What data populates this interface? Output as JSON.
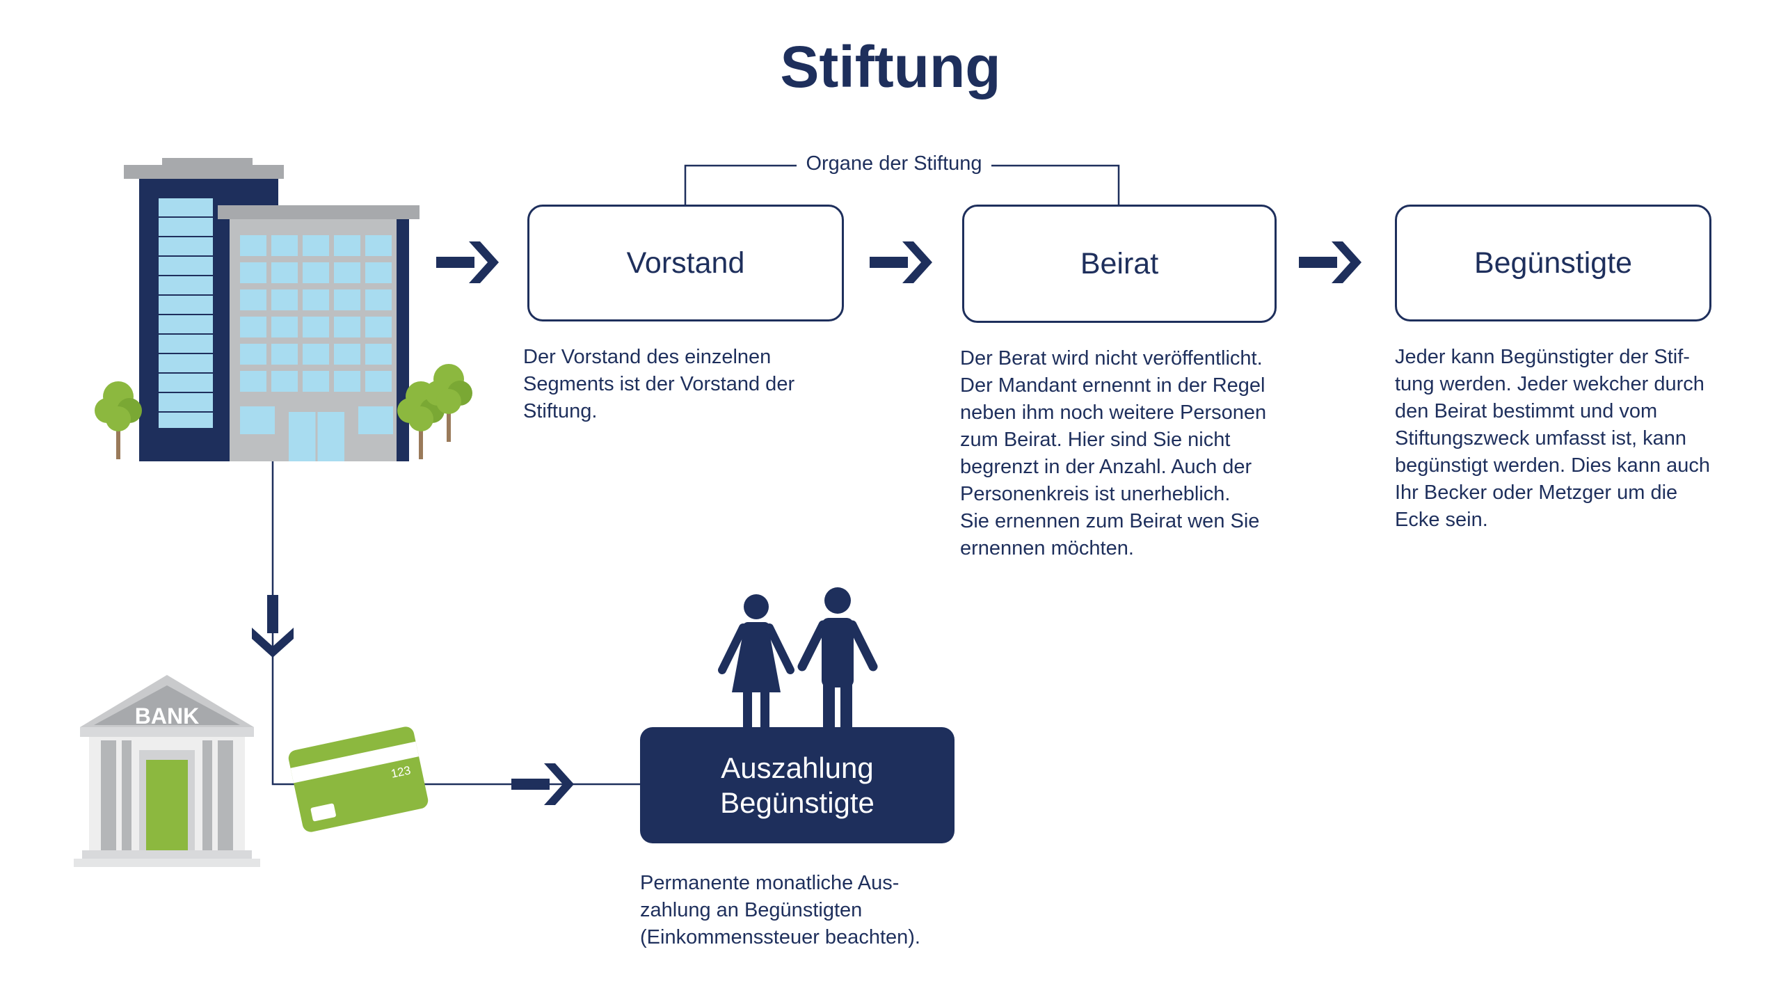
{
  "title": "Stiftung",
  "bracket_label": "Organe der Stiftung",
  "boxes": {
    "vorstand": "Vorstand",
    "beirat": "Beirat",
    "beguenstigte": "Begünstigte",
    "auszahlung": "Auszahlung\nBegünstigte"
  },
  "descriptions": {
    "vorstand": "Der Vorstand des einzelnen\nSegments ist der Vorstand der\nStiftung.",
    "beirat": "Der Berat wird nicht veröffentlicht.\nDer Mandant ernennt in der Regel\nneben ihm noch weitere Personen\nzum Beirat. Hier sind Sie nicht\nbegrenzt in der Anzahl. Auch der\nPersonenkreis ist unerheblich.\nSie ernennen zum Beirat wen Sie\nernennen möchten.",
    "beguenstigte": "Jeder kann Begünstigter der Stif-\ntung werden. Jeder wekcher durch\nden Beirat bestimmt und vom\nStiftungszweck umfasst ist, kann\nbegünstigt werden. Dies kann auch\nIhr Becker oder Metzger um die\nEcke sein.",
    "auszahlung": "Permanente monatliche Aus-\nzahlung an Begünstigten\n(Einkommenssteuer beachten)."
  },
  "illustrations": {
    "bank_sign": "BANK",
    "card_number": "123"
  },
  "colors": {
    "navy": "#1e2f5c",
    "green": "#8cb83f",
    "glass": "#a8dcf0",
    "gray": "#a7a9ac"
  },
  "icons": [
    "office-building-icon",
    "tree-icon",
    "bank-icon",
    "credit-card-icon",
    "people-icon",
    "arrow-right-icon",
    "arrow-down-icon"
  ]
}
